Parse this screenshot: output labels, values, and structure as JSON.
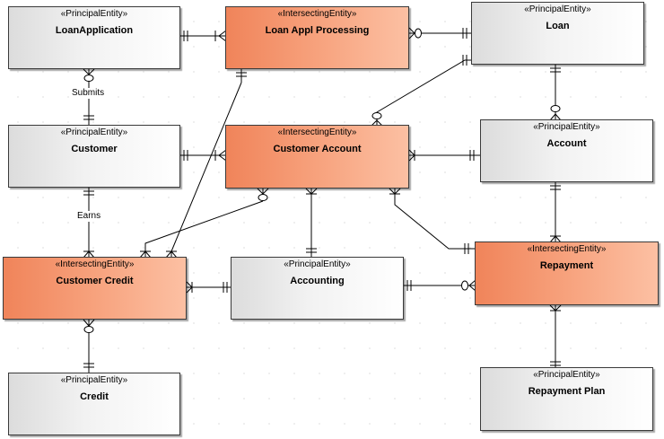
{
  "diagram": {
    "entities": [
      {
        "id": "loanapplication",
        "stereotype": "«PrincipalEntity»",
        "name": "LoanApplication",
        "kind": "principal"
      },
      {
        "id": "loan-appl-processing",
        "stereotype": "«IntersectingEntity»",
        "name": "Loan Appl Processing",
        "kind": "intersecting"
      },
      {
        "id": "loan",
        "stereotype": "«PrincipalEntity»",
        "name": "Loan",
        "kind": "principal"
      },
      {
        "id": "customer",
        "stereotype": "«PrincipalEntity»",
        "name": "Customer",
        "kind": "principal"
      },
      {
        "id": "customer-account",
        "stereotype": "«IntersectingEntity»",
        "name": "Customer Account",
        "kind": "intersecting"
      },
      {
        "id": "account",
        "stereotype": "«PrincipalEntity»",
        "name": "Account",
        "kind": "principal"
      },
      {
        "id": "customer-credit",
        "stereotype": "«IntersectingEntity»",
        "name": "Customer Credit",
        "kind": "intersecting"
      },
      {
        "id": "accounting",
        "stereotype": "«PrincipalEntity»",
        "name": "Accounting",
        "kind": "principal"
      },
      {
        "id": "repayment",
        "stereotype": "«IntersectingEntity»",
        "name": "Repayment",
        "kind": "intersecting"
      },
      {
        "id": "credit",
        "stereotype": "«PrincipalEntity»",
        "name": "Credit",
        "kind": "principal"
      },
      {
        "id": "repayment-plan",
        "stereotype": "«PrincipalEntity»",
        "name": "Repayment Plan",
        "kind": "principal"
      }
    ],
    "relationship_labels": {
      "submits": "Submits",
      "earns": "Earns"
    },
    "colors": {
      "intersecting_start": "#f0845a",
      "intersecting_end": "#fcc0a3",
      "principal_start": "#dcdcdc",
      "principal_end": "#ffffff",
      "line": "#000000"
    }
  }
}
